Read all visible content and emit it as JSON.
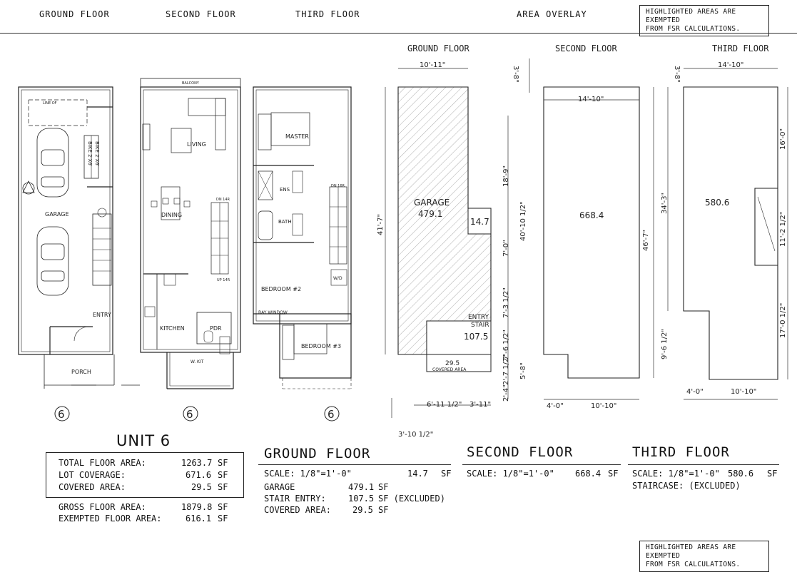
{
  "header": {
    "ground_floor": "GROUND FLOOR",
    "second_floor": "SECOND FLOOR",
    "third_floor": "THIRD FLOOR",
    "area_overlay": "AREA OVERLAY",
    "note_line1": "HIGHLIGHTED AREAS ARE EXEMPTED",
    "note_line2": "FROM FSR CALCULATIONS."
  },
  "plans": {
    "ground": {
      "garage": "GARAGE",
      "entry": "ENTRY",
      "porch": "PORCH",
      "bike1": "BIKE 2'X6'",
      "bike2": "BIKE 2'X6'",
      "line_note": "LINE OF",
      "unit_tag": "6"
    },
    "second": {
      "balcony": "BALCONY",
      "living": "LIVING",
      "dining": "DINING",
      "kitchen": "KITCHEN",
      "pdr": "PDR",
      "wkit": "W. KIT",
      "dn": "DN 14R",
      "up": "UP 14R",
      "unit_tag": "6"
    },
    "third": {
      "master": "MASTER",
      "ens": "ENS",
      "bath": "BATH",
      "bedroom2": "BEDROOM #2",
      "bedroom3": "BEDROOM #3",
      "bay": "BAY WINDOW",
      "wd": "W/D",
      "dn": "DN 16R",
      "unit_tag": "6"
    }
  },
  "overlay": {
    "ground_title": "GROUND FLOOR",
    "second_title": "SECOND FLOOR",
    "third_title": "THIRD FLOOR",
    "g_dims": [
      "10'-11\"",
      "3'-8\"",
      "41'-7\"",
      "18'-9\"",
      "40'-10 1/2\"",
      "7'-0\"",
      "7'-3 1/2\"",
      "7'-6 1/2\"",
      "5'-8\"",
      "2'-4\"",
      "2'-7 1/2\"",
      "6'-11 1/2\"",
      "3'-11\"",
      "3'-10 1/2\""
    ],
    "g_garage": "GARAGE",
    "g_garage_area": "479.1",
    "g_small": "14.7",
    "g_entry": "ENTRY",
    "g_stair": "STAIR",
    "g_entry_area": "107.5",
    "g_covered_area": "29.5",
    "g_covered": "COVERED AREA",
    "s_dims": [
      "14'-10\"",
      "46'-7\"",
      "4'-0\"",
      "10'-10\""
    ],
    "s_area": "668.4",
    "t_dims": [
      "14'-10\"",
      "3'-8\"",
      "16'-0\"",
      "34'-3\"",
      "11'-2 1/2\"",
      "17'-0 1/2\"",
      "9'-6 1/2\"",
      "4'-0\"",
      "10'-10\""
    ],
    "t_area": "580.6"
  },
  "summary": {
    "unit": "UNIT",
    "unit_num": "6",
    "rows": [
      {
        "label": "TOTAL FLOOR AREA:",
        "value": "1263.7",
        "unit": "SF"
      },
      {
        "label": "LOT COVERAGE:",
        "value": "671.6",
        "unit": "SF"
      },
      {
        "label": "COVERED AREA:",
        "value": "29.5",
        "unit": "SF"
      }
    ],
    "rows2": [
      {
        "label": "GROSS FLOOR AREA:",
        "value": "1879.8",
        "unit": "SF"
      },
      {
        "label": "EXEMPTED FLOOR AREA:",
        "value": "616.1",
        "unit": "SF"
      }
    ]
  },
  "schedule": {
    "ground": {
      "title": "GROUND FLOOR",
      "scale": "SCALE: 1/8\"=1'-0\"",
      "scale_val": "14.7",
      "scale_unit": "SF",
      "lines": [
        {
          "label": "GARAGE",
          "value": "479.1",
          "unit": "SF"
        },
        {
          "label": "STAIR ENTRY:",
          "value": "107.5",
          "unit": "SF (EXCLUDED)"
        },
        {
          "label": "COVERED AREA:",
          "value": "29.5",
          "unit": "SF"
        }
      ]
    },
    "second": {
      "title": "SECOND FLOOR",
      "scale": "SCALE: 1/8\"=1'-0\"",
      "scale_val": "668.4",
      "scale_unit": "SF"
    },
    "third": {
      "title": "THIRD FLOOR",
      "scale": "SCALE: 1/8\"=1'-0\"",
      "scale_val": "580.6",
      "scale_unit": "SF",
      "staircase": "STAIRCASE: (EXCLUDED)"
    }
  },
  "footer": {
    "note_line1": "HIGHLIGHTED AREAS ARE EXEMPTED",
    "note_line2": "FROM FSR CALCULATIONS."
  }
}
